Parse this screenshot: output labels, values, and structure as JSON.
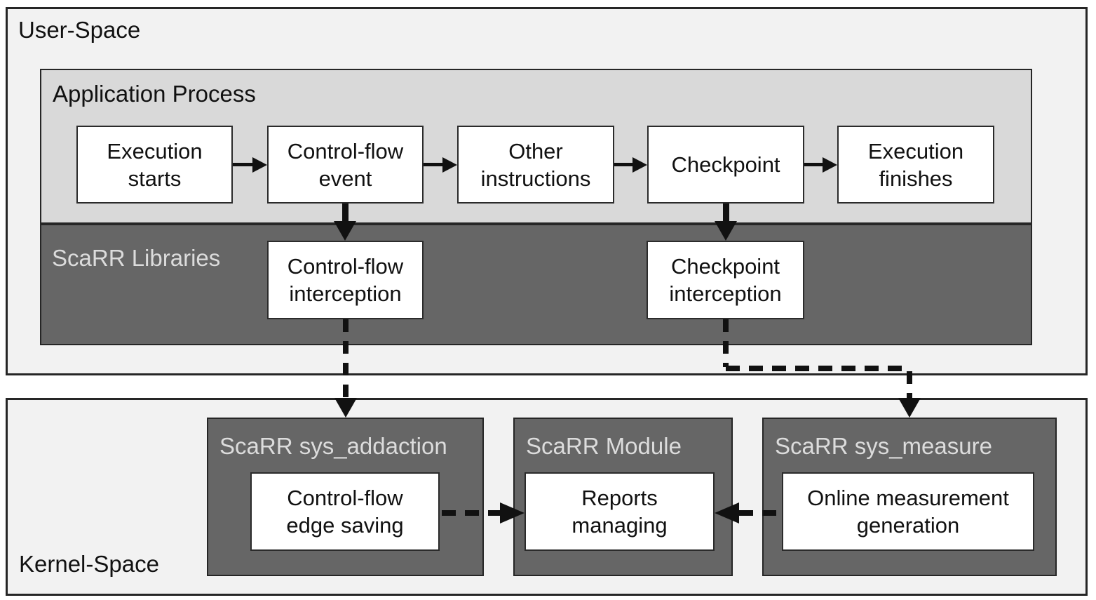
{
  "colors": {
    "page_bg": "#ffffff",
    "space_bg": "#f2f2f2",
    "application_process_bg": "#d9d9d9",
    "module_bg": "#666666",
    "node_bg": "#ffffff",
    "border": "#262626",
    "text_dark": "#111111",
    "text_light": "#dcdcdc",
    "arrow": "#111111"
  },
  "user_space": {
    "label": "User-Space",
    "application_process": {
      "label": "Application Process",
      "nodes": {
        "execution_starts": "Execution\nstarts",
        "control_flow_event": "Control-flow\nevent",
        "other_instructions": "Other\ninstructions",
        "checkpoint": "Checkpoint",
        "execution_finishes": "Execution\nfinishes"
      }
    },
    "scarr_libraries": {
      "label": "ScaRR Libraries",
      "nodes": {
        "control_flow_interception": "Control-flow\ninterception",
        "checkpoint_interception": "Checkpoint\ninterception"
      }
    }
  },
  "kernel_space": {
    "label": "Kernel-Space",
    "modules": {
      "sys_addaction": {
        "title": "ScaRR sys_addaction",
        "node": "Control-flow\nedge saving"
      },
      "scarr_module": {
        "title": "ScaRR Module",
        "node": "Reports\nmanaging"
      },
      "sys_measure": {
        "title": "ScaRR sys_measure",
        "node": "Online measurement\ngeneration"
      }
    }
  }
}
